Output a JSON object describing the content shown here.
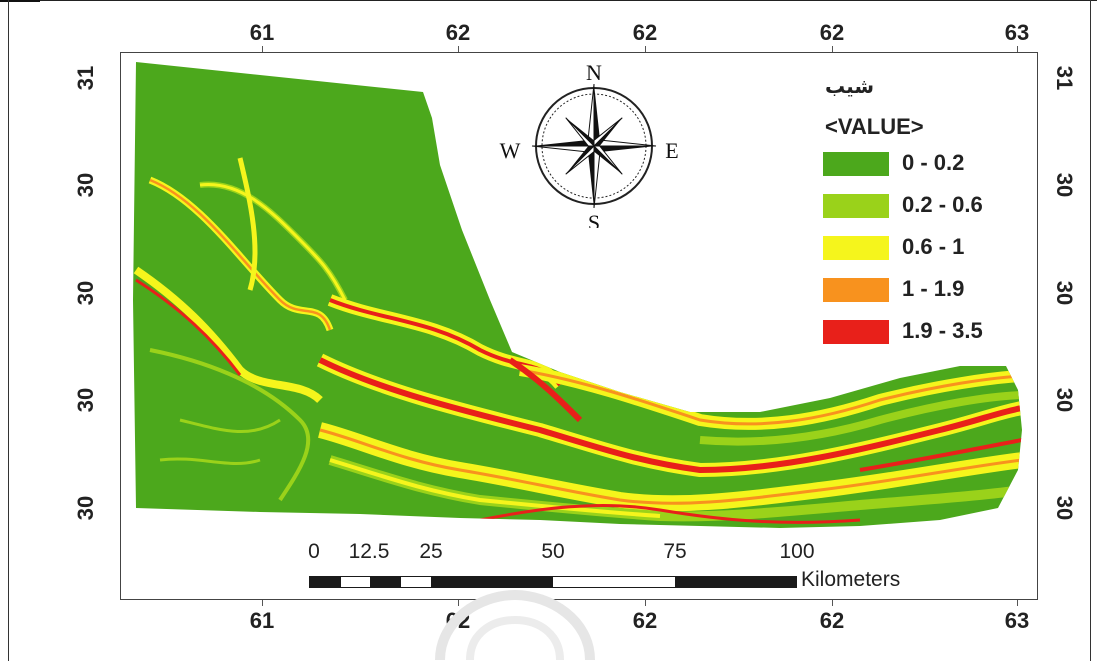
{
  "axes": {
    "top": [
      "61",
      "62",
      "62",
      "62",
      "63"
    ],
    "bottom": [
      "61",
      "62",
      "62",
      "62",
      "63"
    ],
    "left": [
      "31",
      "30",
      "30",
      "30",
      "30"
    ],
    "right": [
      "31",
      "30",
      "30",
      "30",
      "30"
    ]
  },
  "compass": {
    "north": "N",
    "south": "S",
    "east": "E",
    "west": "W"
  },
  "legend": {
    "title": "شیب",
    "subtitle": "<VALUE>",
    "classes": [
      {
        "label": "0 - 0.2",
        "color": "#4ca81c"
      },
      {
        "label": "0.2 - 0.6",
        "color": "#9ad21a"
      },
      {
        "label": "0.6 - 1",
        "color": "#f5f51c"
      },
      {
        "label": "1 - 1.9",
        "color": "#f8921e"
      },
      {
        "label": "1.9 - 3.5",
        "color": "#e8201a"
      }
    ]
  },
  "scalebar": {
    "labels": [
      "0",
      "12.5",
      "25",
      "50",
      "75",
      "100"
    ],
    "unit": "Kilometers"
  },
  "colors": {
    "frame": "#444444",
    "text": "#222222"
  }
}
